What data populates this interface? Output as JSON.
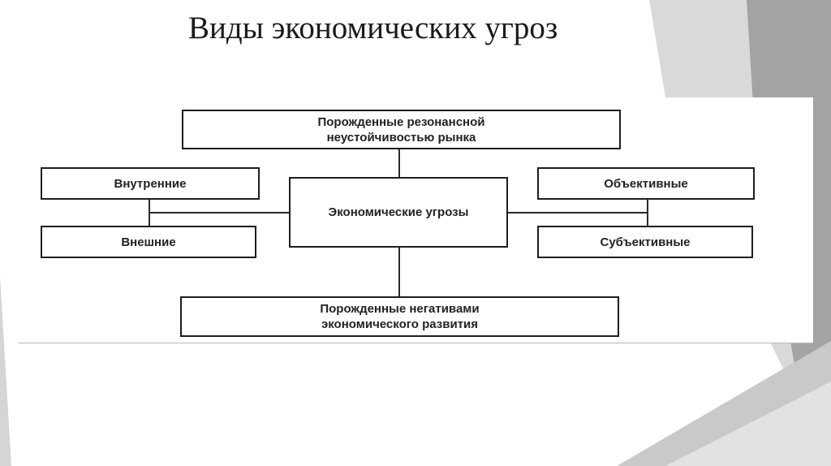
{
  "slide": {
    "title": "Виды экономических угроз"
  },
  "diagram": {
    "center": "Экономические угрозы",
    "top": "Порожденные резонансной неустойчивостью рынка",
    "bottom": "Порожденные негативами экономического развития",
    "left_top": "Внутренние",
    "left_bottom": "Внешние",
    "right_top": "Объективные",
    "right_bottom": "Субъективные"
  },
  "colors": {
    "background_shapes": [
      "#e9e9e9",
      "#dcdcdc",
      "#cfcfcf",
      "#9e9e9e"
    ],
    "box_border": "#1e1e1e"
  }
}
